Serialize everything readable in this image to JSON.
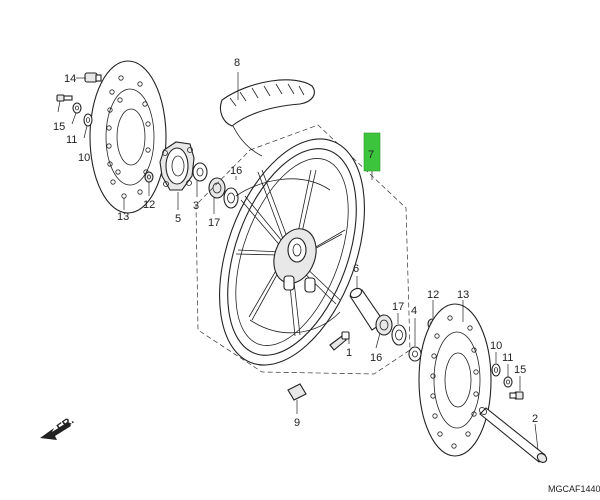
{
  "diagram": {
    "callouts": [
      {
        "id": "c1",
        "text": "14"
      },
      {
        "id": "c2",
        "text": "15"
      },
      {
        "id": "c3",
        "text": "11"
      },
      {
        "id": "c4",
        "text": "10"
      },
      {
        "id": "c5",
        "text": "13"
      },
      {
        "id": "c6",
        "text": "12"
      },
      {
        "id": "c7",
        "text": "5"
      },
      {
        "id": "c8",
        "text": "3"
      },
      {
        "id": "c9",
        "text": "8"
      },
      {
        "id": "c10",
        "text": "16"
      },
      {
        "id": "c11",
        "text": "17"
      },
      {
        "id": "c12",
        "text": "7"
      },
      {
        "id": "c13",
        "text": "6"
      },
      {
        "id": "c14",
        "text": "17"
      },
      {
        "id": "c15",
        "text": "4"
      },
      {
        "id": "c16",
        "text": "16"
      },
      {
        "id": "c17",
        "text": "12"
      },
      {
        "id": "c18",
        "text": "13"
      },
      {
        "id": "c19",
        "text": "10"
      },
      {
        "id": "c20",
        "text": "11"
      },
      {
        "id": "c21",
        "text": "15"
      },
      {
        "id": "c22",
        "text": "1"
      },
      {
        "id": "c23",
        "text": "9"
      },
      {
        "id": "c24",
        "text": "2"
      }
    ],
    "highlight_color": "#3cc43c",
    "direction_label": "FR.",
    "reference_code": "MGCAF1440"
  }
}
